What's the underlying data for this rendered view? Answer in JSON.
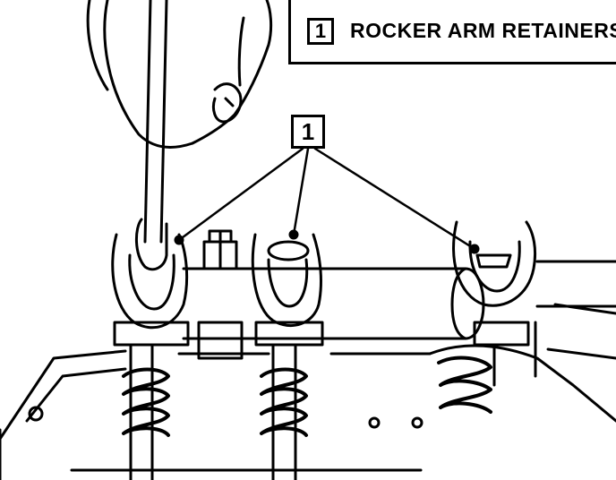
{
  "legend": {
    "number": "1",
    "label": "ROCKER ARM RETAINERS"
  },
  "callout": {
    "number": "1"
  },
  "colors": {
    "ink": "#000000",
    "paper": "#ffffff"
  }
}
